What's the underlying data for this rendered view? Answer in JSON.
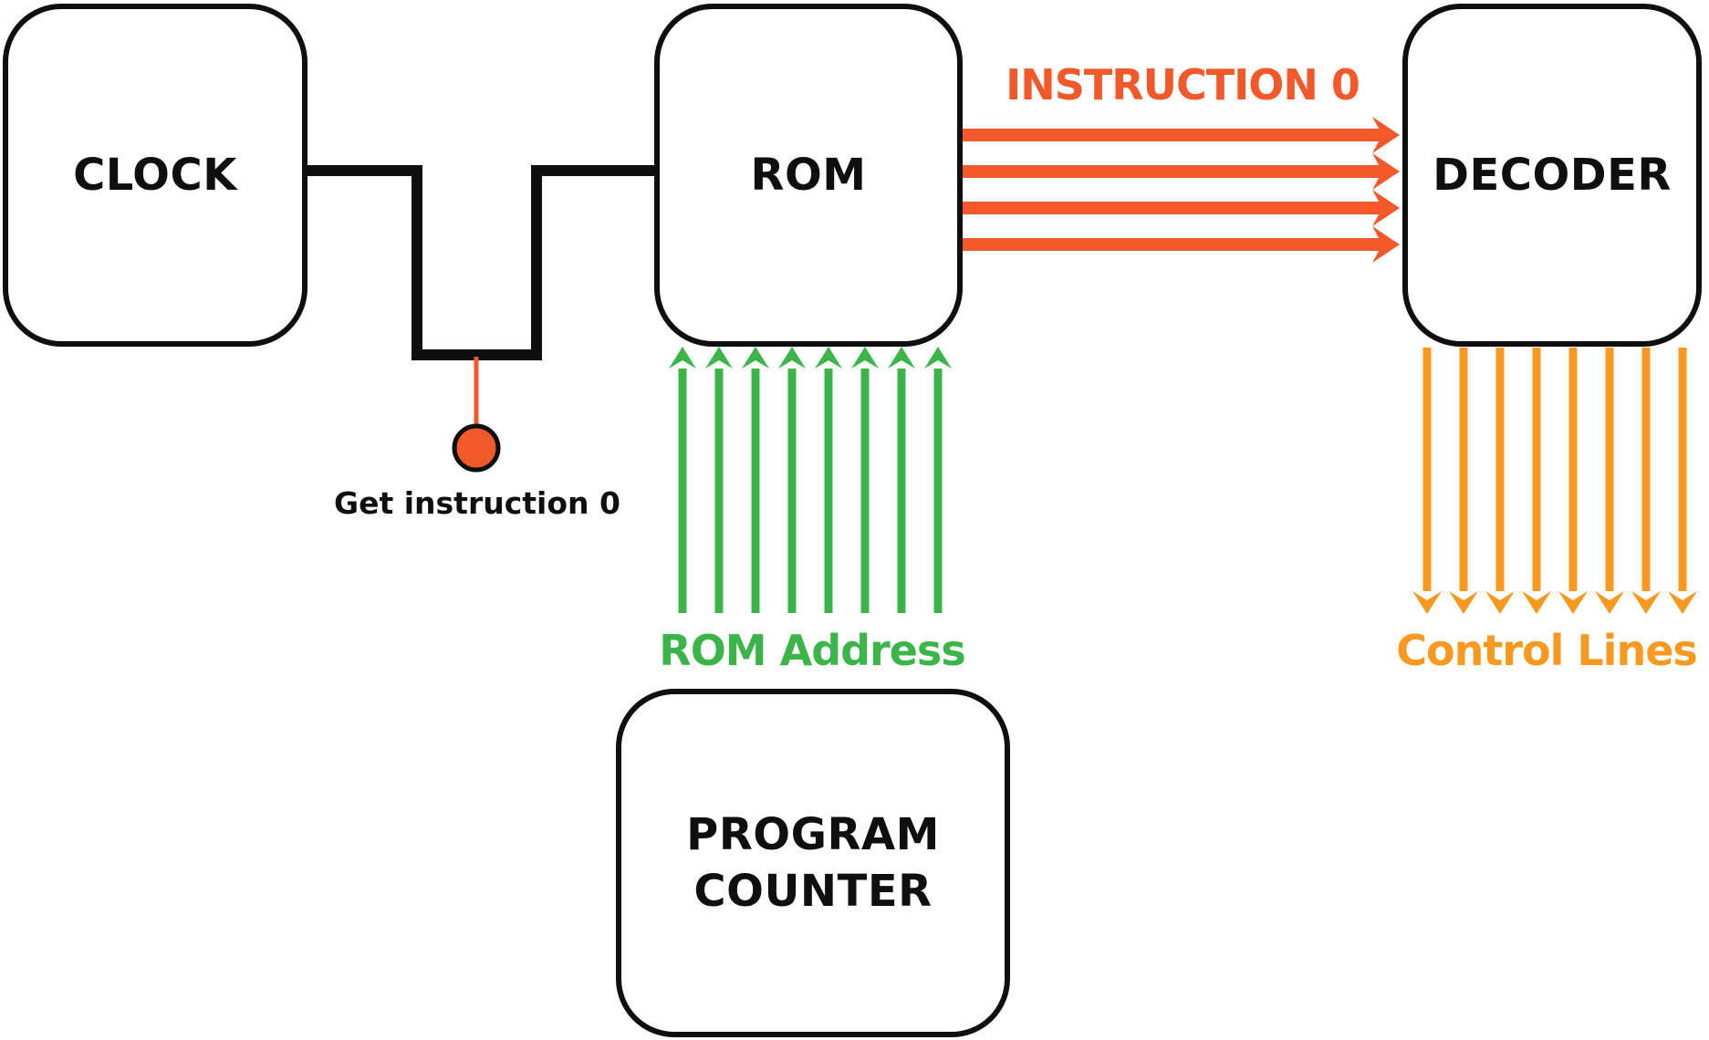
{
  "canvas": {
    "background": "#ffffff"
  },
  "colors": {
    "ink": "#0f0f0f",
    "vermillion": "#F1592B",
    "green": "#3BB54A",
    "amber": "#F7981F"
  },
  "boxes": {
    "clock": {
      "label": "CLOCK"
    },
    "rom": {
      "label": "ROM"
    },
    "decoder": {
      "label": "DECODER"
    },
    "program_counter": {
      "label": "PROGRAM COUNTER"
    }
  },
  "buses": {
    "instruction": {
      "label": "INSTRUCTION 0",
      "line_count": 4,
      "color": "#F1592B",
      "direction": "ROM to DECODER"
    },
    "rom_address": {
      "label": "ROM Address",
      "line_count": 8,
      "color": "#3BB54A",
      "direction": "upward into ROM"
    },
    "control": {
      "label": "Control Lines",
      "line_count": 8,
      "color": "#F7981F",
      "direction": "downward out of DECODER"
    }
  },
  "clock_signal": {
    "event_label": "Get instruction 0",
    "pulse_color": "#F1592B",
    "waveform": "single low pulse between CLOCK and ROM"
  }
}
